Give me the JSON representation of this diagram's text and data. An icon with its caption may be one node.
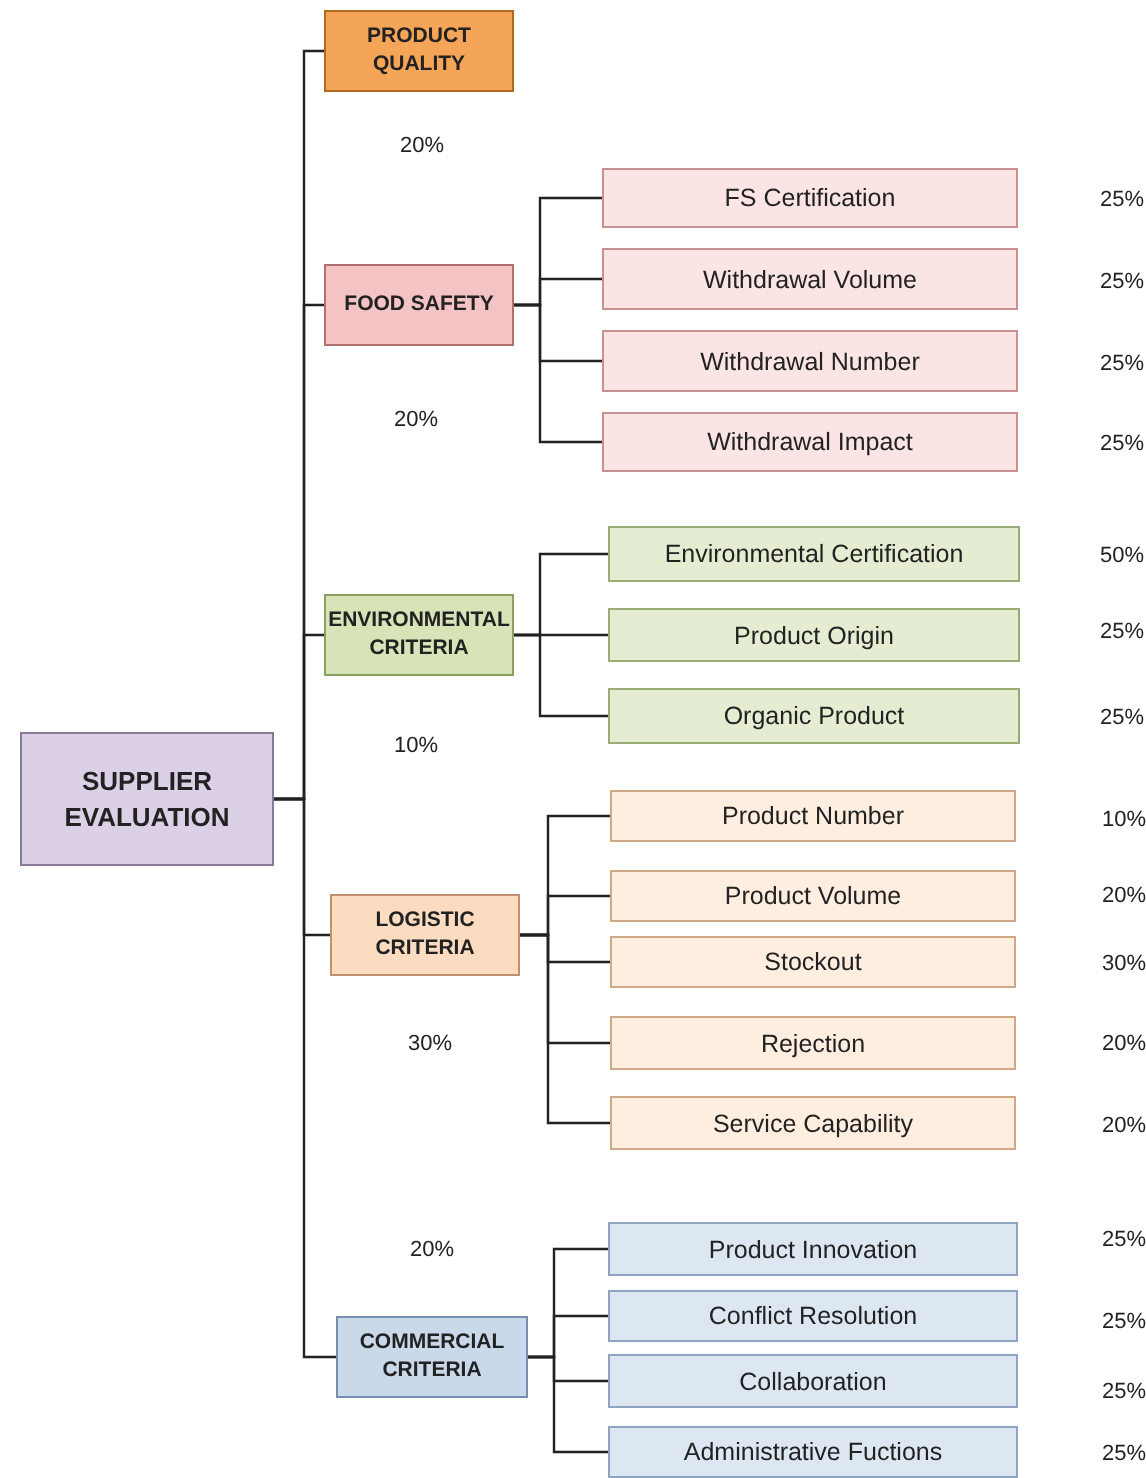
{
  "diagram": {
    "nodes": [
      {
        "text": [
          "SUPPLIER EVALUATION"
        ]
      },
      {
        "text": [
          "PRODUCT QUALITY"
        ],
        "beside": [
          "20%"
        ]
      },
      {
        "text": [
          "FOOD SAFETY"
        ],
        "beside": [
          "20%"
        ]
      },
      {
        "text": [
          "FS Certification"
        ],
        "beside": [
          "25%"
        ]
      },
      {
        "text": [
          "Withdrawal Volume"
        ],
        "beside": [
          "25%"
        ]
      },
      {
        "text": [
          "Withdrawal Number"
        ],
        "beside": [
          "25%"
        ]
      },
      {
        "text": [
          "Withdrawal Impact"
        ],
        "beside": [
          "25%"
        ]
      },
      {
        "text": [
          "ENVIRONMENTAL CRITERIA"
        ],
        "beside": [
          "10%"
        ]
      },
      {
        "text": [
          "Environmental Certification"
        ],
        "beside": [
          "50%"
        ]
      },
      {
        "text": [
          "Product Origin"
        ],
        "beside": [
          "25%"
        ]
      },
      {
        "text": [
          "Organic Product"
        ],
        "beside": [
          "25%"
        ]
      },
      {
        "text": [
          "LOGISTIC CRITERIA"
        ],
        "beside": [
          "30%"
        ]
      },
      {
        "text": [
          "Product Number"
        ],
        "beside": [
          "10%"
        ]
      },
      {
        "text": [
          "Product Volume"
        ],
        "beside": [
          "20%"
        ]
      },
      {
        "text": [
          "Stockout"
        ],
        "beside": [
          "30%"
        ]
      },
      {
        "text": [
          "Rejection"
        ],
        "beside": [
          "20%"
        ]
      },
      {
        "text": [
          "Service Capability"
        ],
        "beside": [
          "20%"
        ]
      },
      {
        "text": [
          "COMMERCIAL CRITERIA"
        ],
        "beside": [
          "20%"
        ]
      },
      {
        "text": [
          "Product Innovation"
        ],
        "beside": [
          "25%"
        ]
      },
      {
        "text": [
          "Conflict Resolution"
        ],
        "beside": [
          "25%"
        ]
      },
      {
        "text": [
          "Collaboration"
        ],
        "beside": [
          "25%"
        ]
      },
      {
        "text": [
          "Administrative Fuctions"
        ],
        "beside": [
          "25%"
        ]
      }
    ],
    "edges": [
      {
        "from": 0,
        "to": 1,
        "arrow": "none"
      },
      {
        "from": 0,
        "to": 2,
        "arrow": "none"
      },
      {
        "from": 0,
        "to": 7,
        "arrow": "none"
      },
      {
        "from": 0,
        "to": 11,
        "arrow": "none"
      },
      {
        "from": 0,
        "to": 17,
        "arrow": "none"
      },
      {
        "from": 2,
        "to": 3,
        "arrow": "none"
      },
      {
        "from": 2,
        "to": 4,
        "arrow": "none"
      },
      {
        "from": 2,
        "to": 5,
        "arrow": "none"
      },
      {
        "from": 2,
        "to": 6,
        "arrow": "none"
      },
      {
        "from": 7,
        "to": 8,
        "arrow": "none"
      },
      {
        "from": 7,
        "to": 9,
        "arrow": "none"
      },
      {
        "from": 7,
        "to": 10,
        "arrow": "none"
      },
      {
        "from": 11,
        "to": 12,
        "arrow": "none"
      },
      {
        "from": 11,
        "to": 13,
        "arrow": "none"
      },
      {
        "from": 11,
        "to": 14,
        "arrow": "none"
      },
      {
        "from": 11,
        "to": 15,
        "arrow": "none"
      },
      {
        "from": 11,
        "to": 16,
        "arrow": "none"
      },
      {
        "from": 17,
        "to": 18,
        "arrow": "none"
      },
      {
        "from": 17,
        "to": 19,
        "arrow": "none"
      },
      {
        "from": 17,
        "to": 20,
        "arrow": "none"
      },
      {
        "from": 17,
        "to": 21,
        "arrow": "none"
      }
    ]
  }
}
